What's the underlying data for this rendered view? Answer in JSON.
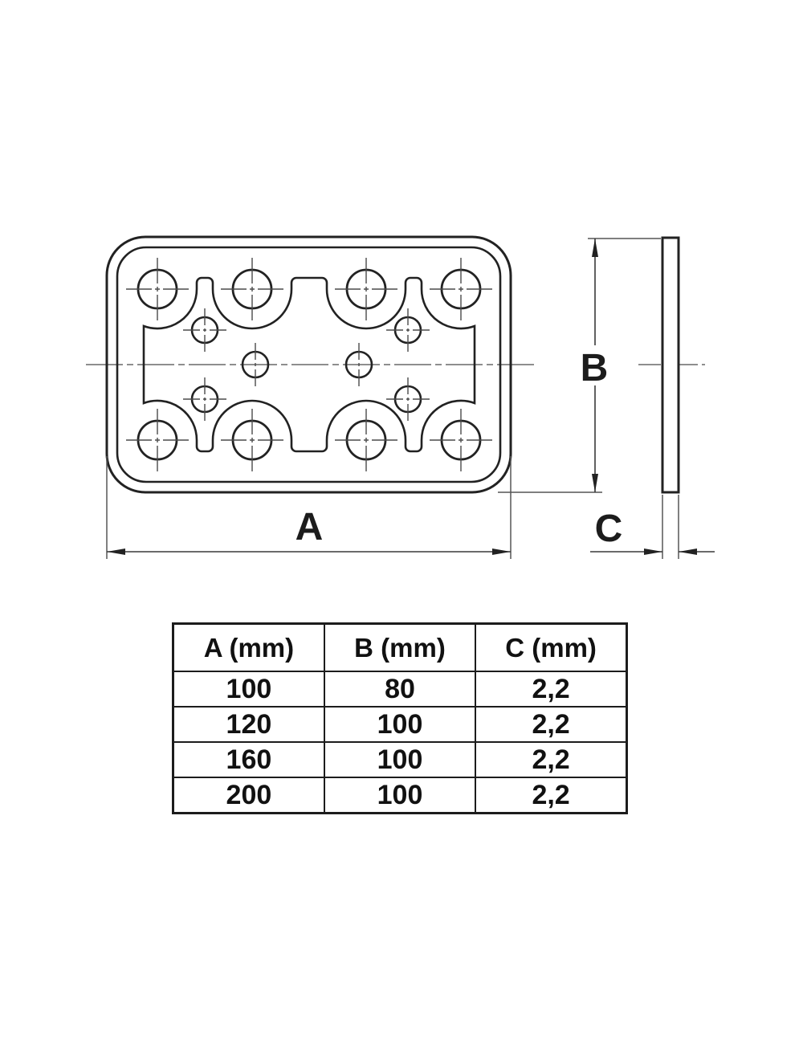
{
  "drawing": {
    "dim_labels": {
      "width": "A",
      "height": "B",
      "thickness": "C"
    }
  },
  "table": {
    "headers": [
      "A (mm)",
      "B (mm)",
      "C (mm)"
    ],
    "rows": [
      [
        "100",
        "80",
        "2,2"
      ],
      [
        "120",
        "100",
        "2,2"
      ],
      [
        "160",
        "100",
        "2,2"
      ],
      [
        "200",
        "100",
        "2,2"
      ]
    ]
  },
  "colors": {
    "line": "#222222",
    "thin_line": "#555555",
    "text": "#111111",
    "background": "#ffffff"
  }
}
